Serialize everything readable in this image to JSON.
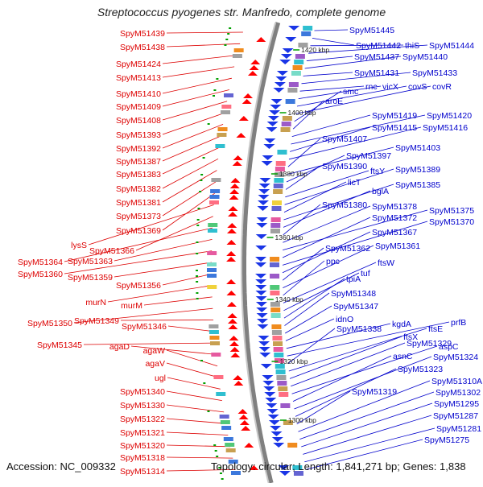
{
  "title": "Streptococcus pyogenes str. Manfredo, complete genome",
  "footer": {
    "accession": "Accession: NC_009332",
    "summary": "Topology: circular; Length: 1,841,271 bp; Genes: 1,838"
  },
  "colors": {
    "left_labels": "#dd0000",
    "right_labels": "#0000cc",
    "backbone": "#808080",
    "kbp_tick": "#00a000"
  },
  "kbp_ticks": [
    "1420 kbp",
    "1400 kbp",
    "1380 kbp",
    "1360 kbp",
    "1340 kbp",
    "1320 kbp",
    "1300 kbp"
  ],
  "left_labels": [
    "SpyM51439",
    "SpyM51438",
    "SpyM51424",
    "SpyM51413",
    "SpyM51410",
    "SpyM51409",
    "SpyM51408",
    "SpyM51393",
    "SpyM51392",
    "SpyM51387",
    "SpyM51383",
    "SpyM51382",
    "SpyM51381",
    "SpyM51373",
    "SpyM51369",
    "lysS",
    "SpyM51366",
    "SpyM51364",
    "SpyM51363",
    "SpyM51360",
    "SpyM51359",
    "SpyM51356",
    "murN",
    "murM",
    "SpyM51350",
    "SpyM51349",
    "SpyM51346",
    "SpyM51345",
    "agaD",
    "agaW",
    "agaV",
    "ugl",
    "SpyM51340",
    "SpyM51330",
    "SpyM51322",
    "SpyM51321",
    "SpyM51320",
    "SpyM51318",
    "SpyM51314"
  ],
  "right_labels": [
    "SpyM51445",
    "SpyM51442",
    "thiS",
    "SpyM51444",
    "SpyM51437",
    "SpyM51440",
    "SpyM51431",
    "SpyM51433",
    "rnc",
    "vicX",
    "covS",
    "covR",
    "smc",
    "aroE",
    "SpyM51419",
    "SpyM51420",
    "SpyM51415",
    "SpyM51416",
    "SpyM51407",
    "SpyM51403",
    "SpyM51397",
    "SpyM51390",
    "ftsY",
    "SpyM51389",
    "licT",
    "SpyM51385",
    "bglA",
    "SpyM51380",
    "SpyM51378",
    "SpyM51375",
    "SpyM51372",
    "SpyM51370",
    "SpyM51367",
    "SpyM51362",
    "SpyM51361",
    "ppc",
    "ftsW",
    "tuf",
    "tpiA",
    "SpyM51348",
    "SpyM51347",
    "idnO",
    "kgdA",
    "prfB",
    "SpyM51338",
    "ftsE",
    "ftsX",
    "SpyM51329",
    "aspC",
    "asnC",
    "SpyM51324",
    "SpyM51323",
    "SpyM51319",
    "SpyM51310A",
    "SpyM51302",
    "SpyM51295",
    "SpyM51287",
    "SpyM51281",
    "SpyM51275"
  ]
}
